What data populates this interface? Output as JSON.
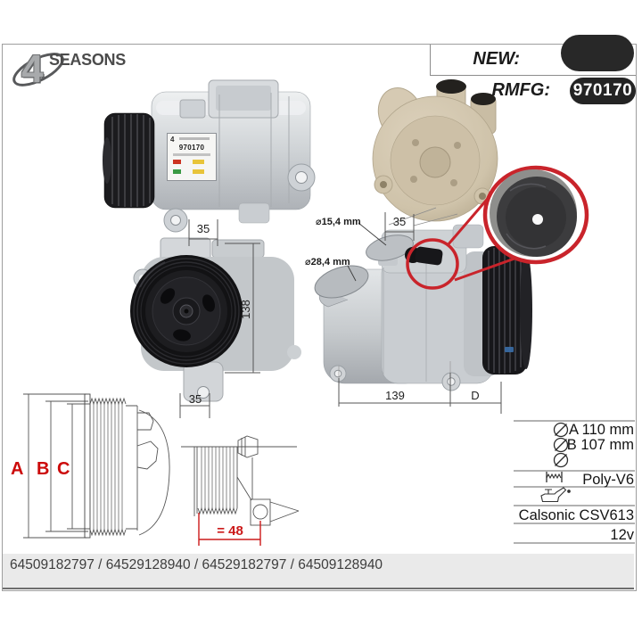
{
  "brand": {
    "number": "4",
    "name": "SEASONS"
  },
  "header": {
    "new_label": "NEW:",
    "rmfg_label": "RMFG:",
    "part_number": "970170"
  },
  "unit_label": {
    "number": "970170"
  },
  "dimensions": {
    "side_width": "35",
    "rear_width": "35",
    "front_height": "138",
    "front_width": "35",
    "body_length": "139",
    "pulley_depth": "D",
    "port_small": "⌀15,4 mm",
    "port_large": "⌀28,4 mm",
    "letter_a": "A",
    "letter_b": "B",
    "letter_c": "C",
    "belt_width": "= 48"
  },
  "spec_table": {
    "diameter_a": "A 110 mm",
    "diameter_b": "B 107 mm",
    "diameter_c": "",
    "belt": "Poly-V6",
    "oil": "",
    "compressor_model": "Calsonic CSV613",
    "voltage": "12v"
  },
  "footer": {
    "oe_numbers": "64509182797 / 64529128940 / 64529182797 / 64509128940"
  },
  "colors": {
    "accent_red": "#c9242b",
    "dim_red": "#cc1a1a",
    "letter_red": "#cc0a0a",
    "pill_black": "#282828",
    "strip_gray": "#eaeaea"
  }
}
